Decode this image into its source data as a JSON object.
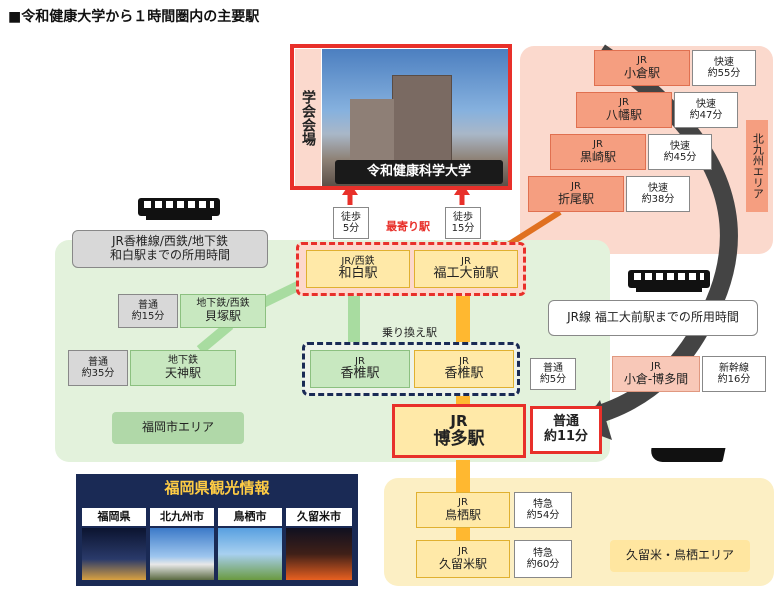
{
  "title": "■令和健康大学から１時間圏内の主要駅",
  "university": {
    "venue_label": "学会会場",
    "name": "令和健康科学大学"
  },
  "nearest_label": "最寄り駅",
  "transfer_label": "乗り換え駅",
  "fukuoka_area": {
    "label": "福岡市エリア",
    "note": "JR香椎線/西鉄/地下鉄\n和白駅までの所用時間",
    "wajiro": {
      "line": "JR/西鉄",
      "name": "和白駅",
      "walk": "徒歩\n5分"
    },
    "fukko": {
      "line": "JR",
      "name": "福工大前駅",
      "walk": "徒歩\n15分"
    },
    "kaizuka": {
      "line": "地下鉄/西鉄",
      "name": "貝塚駅",
      "time": "普通\n約15分"
    },
    "tenjin": {
      "line": "地下鉄",
      "name": "天神駅",
      "time": "普通\n約35分"
    },
    "kashii_green": {
      "line": "JR",
      "name": "香椎駅"
    },
    "kashii_yellow": {
      "line": "JR",
      "name": "香椎駅",
      "time": "普通\n約5分"
    },
    "hakata": {
      "line": "JR",
      "name": "博多駅",
      "time": "普通\n約11分"
    }
  },
  "kitakyushu_area": {
    "label": "北九州エリア",
    "stations": [
      {
        "line": "JR",
        "name": "小倉駅",
        "time": "快速\n約55分"
      },
      {
        "line": "JR",
        "name": "八幡駅",
        "time": "快速\n約47分"
      },
      {
        "line": "JR",
        "name": "黒崎駅",
        "time": "快速\n約45分"
      },
      {
        "line": "JR",
        "name": "折尾駅",
        "time": "快速\n約38分"
      }
    ]
  },
  "jr_note": "JR線 福工大前駅までの所用時間",
  "shinkansen": {
    "line": "JR",
    "name": "小倉-博多間",
    "time": "新幹線\n約16分"
  },
  "kurume_area": {
    "label": "久留米・鳥栖エリア",
    "tosu": {
      "line": "JR",
      "name": "鳥栖駅",
      "time": "特急\n約54分"
    },
    "kurume": {
      "line": "JR",
      "name": "久留米駅",
      "time": "特急\n約60分"
    }
  },
  "tourism": {
    "title": "福岡県観光情報",
    "tabs": [
      "福岡県",
      "北九州市",
      "鳥栖市",
      "久留米市"
    ]
  },
  "colors": {
    "accent_red": "#e8302a",
    "navy": "#1a2a55",
    "orange": "#f59e80",
    "yellow": "#ffb830"
  }
}
